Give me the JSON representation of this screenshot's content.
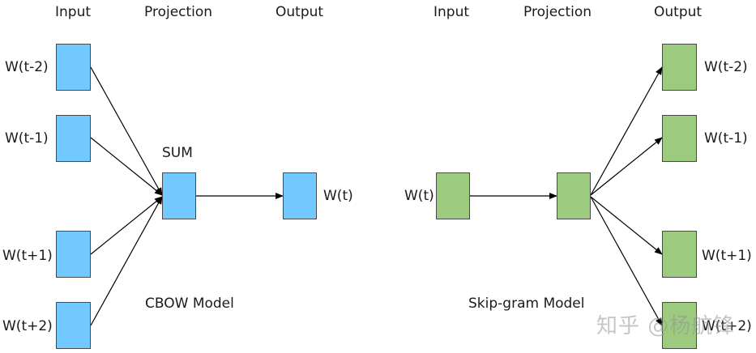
{
  "cbow": {
    "headers": {
      "input": "Input",
      "projection": "Projection",
      "output": "Output"
    },
    "inputs": [
      "W(t-2)",
      "W(t-1)",
      "W(t+1)",
      "W(t+2)"
    ],
    "projection_label": "SUM",
    "output": "W(t)",
    "model_name": "CBOW Model",
    "color": "#73c9ff"
  },
  "skipgram": {
    "headers": {
      "input": "Input",
      "projection": "Projection",
      "output": "Output"
    },
    "input": "W(t)",
    "outputs": [
      "W(t-2)",
      "W(t-1)",
      "W(t+1)",
      "W(t+2)"
    ],
    "model_name": "Skip-gram Model",
    "color": "#9ccb80"
  },
  "watermark": "知乎 @杨航锋"
}
